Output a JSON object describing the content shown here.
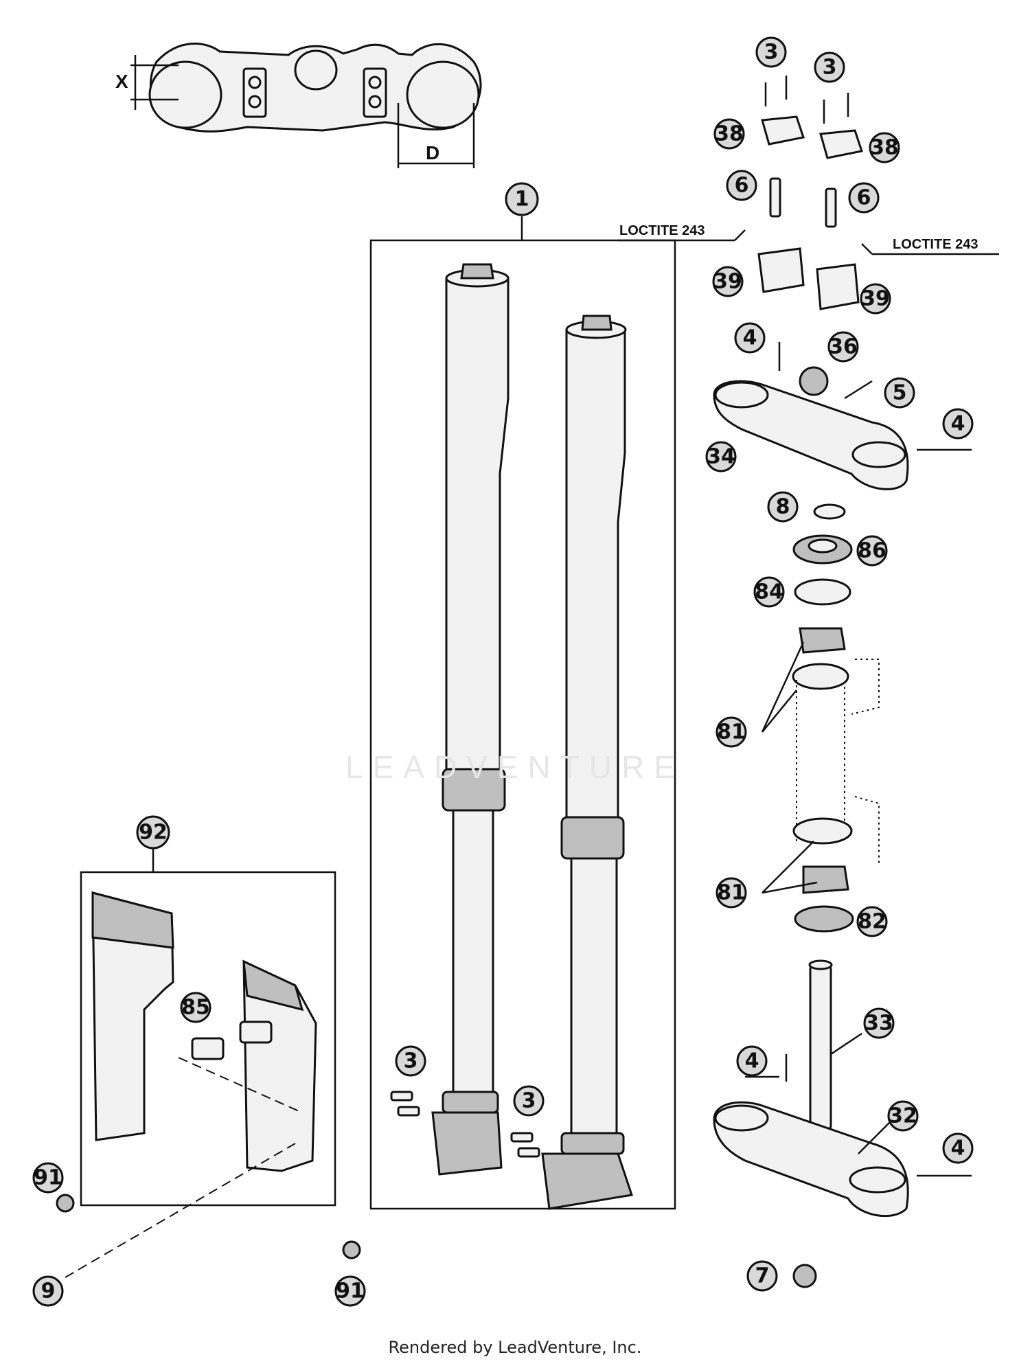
{
  "diagram": {
    "loctite_left": "LOCTITE 243",
    "loctite_right": "LOCTITE 243",
    "dim_x": "X",
    "dim_d": "D",
    "watermark": "LEADVENTURE",
    "footer": "Rendered by LeadVenture, Inc.",
    "callouts": {
      "c1": "1",
      "c3a": "3",
      "c3b": "3",
      "c3c": "3",
      "c3d": "3",
      "c38a": "38",
      "c38b": "38",
      "c6a": "6",
      "c6b": "6",
      "c39a": "39",
      "c39b": "39",
      "c4a": "4",
      "c4b": "4",
      "c4c": "4",
      "c4d": "4",
      "c36": "36",
      "c5": "5",
      "c34": "34",
      "c8": "8",
      "c86": "86",
      "c84": "84",
      "c81a": "81",
      "c81b": "81",
      "c82": "82",
      "c33": "33",
      "c32": "32",
      "c7": "7",
      "c92": "92",
      "c85": "85",
      "c91a": "91",
      "c91b": "91",
      "c9": "9"
    }
  }
}
